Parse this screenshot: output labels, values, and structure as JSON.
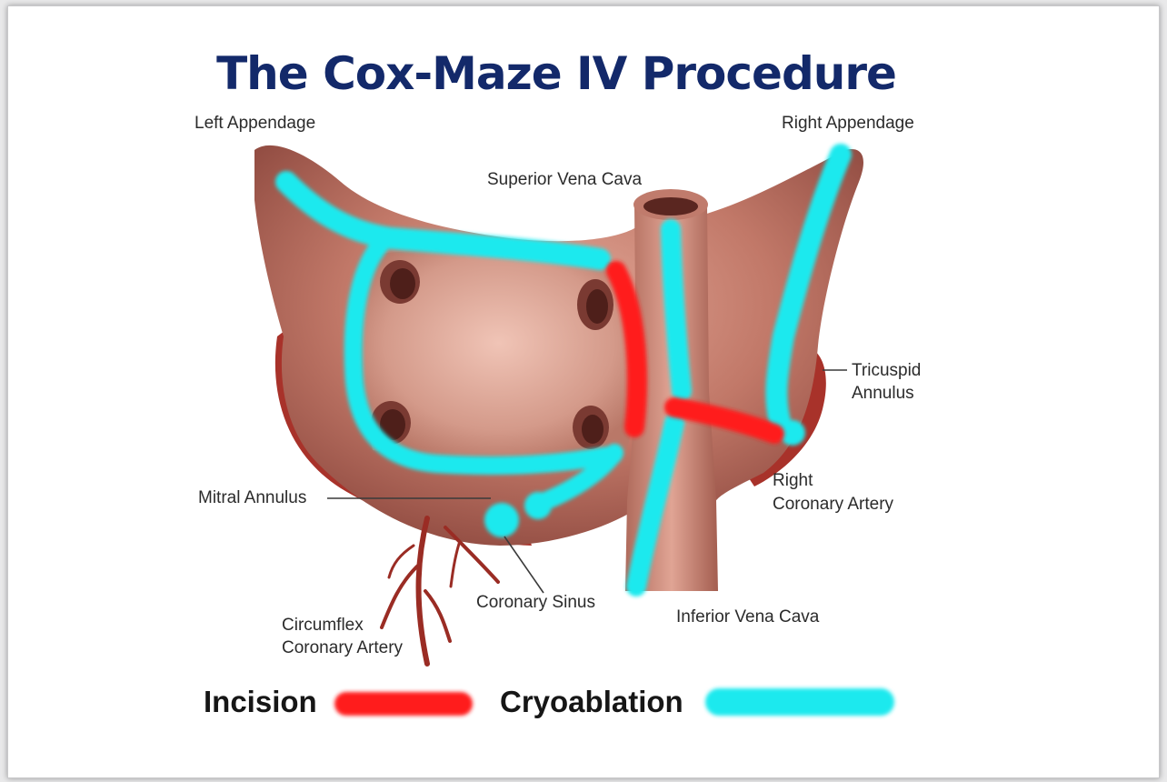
{
  "title": "The Cox-Maze IV Procedure",
  "labels": {
    "left_appendage": "Left Appendage",
    "right_appendage": "Right Appendage",
    "superior_vena_cava": "Superior Vena Cava",
    "tricuspid_line1": "Tricuspid",
    "tricuspid_line2": "Annulus",
    "right_coronary_line1": "Right",
    "right_coronary_line2": "Coronary Artery",
    "mitral_annulus": "Mitral Annulus",
    "coronary_sinus": "Coronary Sinus",
    "circumflex_line1": "Circumflex",
    "circumflex_line2": "Coronary Artery",
    "inferior_vena_cava": "Inferior Vena Cava"
  },
  "legend": {
    "incision": "Incision",
    "cryoablation": "Cryoablation"
  },
  "colors": {
    "title": "#13296a",
    "incision": "#ff1f1f",
    "cryoablation": "#1fe9ee",
    "tissue": "#b86a5a",
    "vessel": "#a8322a"
  }
}
